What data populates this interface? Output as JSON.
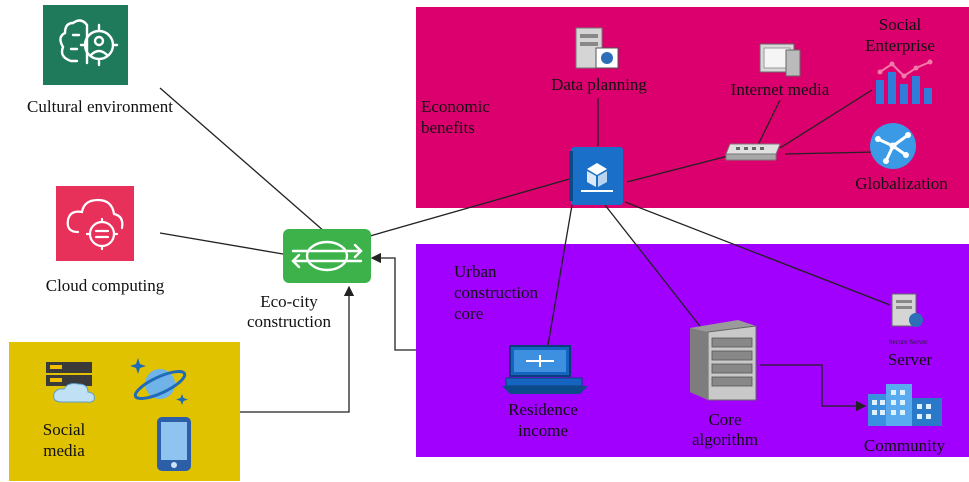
{
  "colors": {
    "economic_panel": "#dc006e",
    "urban_panel": "#a100ff",
    "social_panel": "#e1c200",
    "cultural_icon": "#1f7a5c",
    "cloud_icon": "#e8315a",
    "eco_icon": "#3db24a",
    "line": "#222222"
  },
  "nodes": {
    "cultural": "Cultural environment",
    "cloud": "Cloud computing",
    "eco_line1": "Eco-city",
    "eco_line2": "construction",
    "social_line1": "Social",
    "social_line2": "media",
    "economic_line1": "Economic",
    "economic_line2": "benefits",
    "data_planning": "Data planning",
    "internet_media": "Internet media",
    "social_ent_line1": "Social",
    "social_ent_line2": "Enterprise",
    "globalization": "Globalization",
    "urban_line1": "Urban",
    "urban_line2": "construction",
    "urban_line3": "core",
    "residence_line1": "Residence",
    "residence_line2": "income",
    "core_line1": "Core",
    "core_line2": "algorithm",
    "server": "Server",
    "server_tag": "Secure Server",
    "community": "Community"
  }
}
